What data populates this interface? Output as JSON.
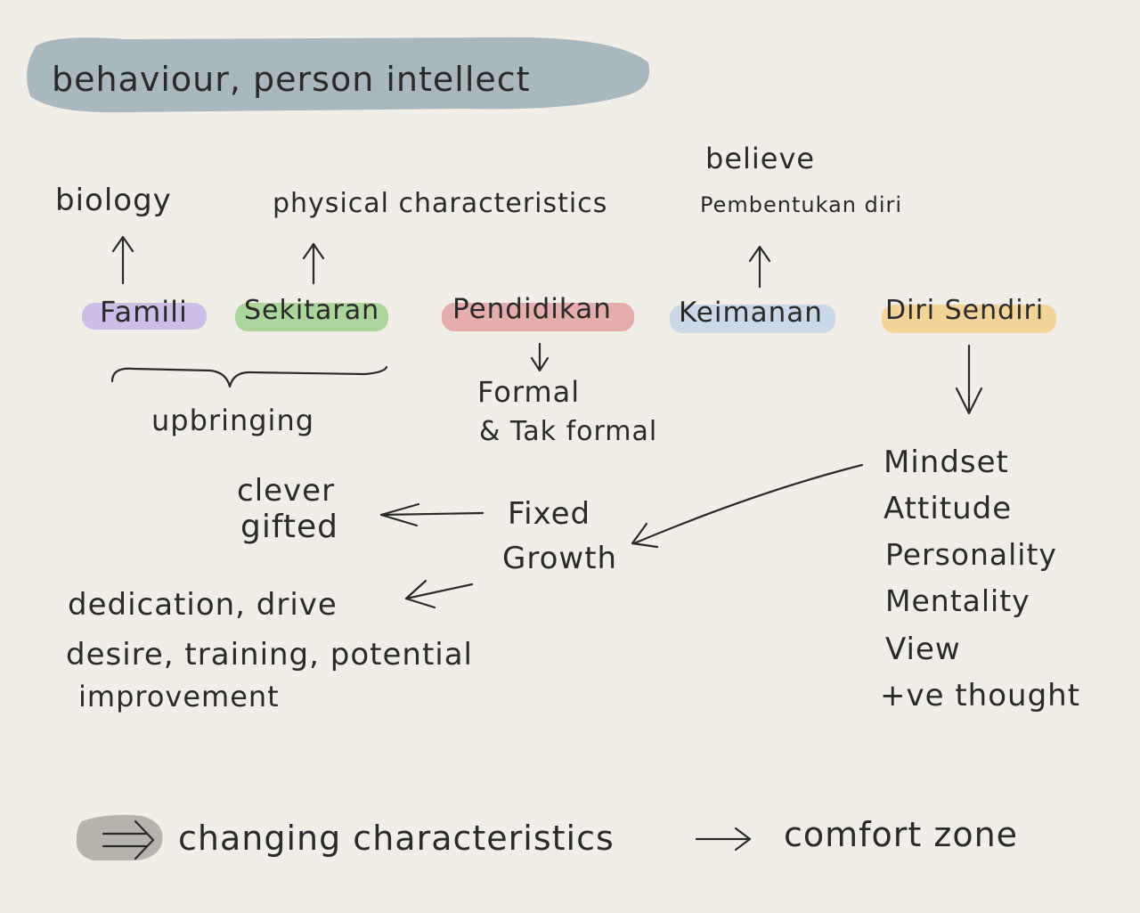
{
  "title": "behaviour, person intellect",
  "influences": {
    "biology": "biology",
    "physical": "physical characteristics",
    "believe": "believe",
    "pembentukan": "Pembentukan diri"
  },
  "factors": [
    {
      "label": "Famili",
      "color": "#c8b4e6"
    },
    {
      "label": "Sekitaran",
      "color": "#9fd08c"
    },
    {
      "label": "Pendidikan",
      "color": "#e3a1a1"
    },
    {
      "label": "Keimanan",
      "color": "#c3d3e6"
    },
    {
      "label": "Diri Sendiri",
      "color": "#f3cf8a"
    }
  ],
  "upbringing": "upbringing",
  "education_types": [
    "Formal",
    "& Tak formal"
  ],
  "mindset_types": [
    "Fixed",
    "Growth"
  ],
  "fixed_traits": [
    "clever",
    "gifted"
  ],
  "growth_traits": [
    "dedication, drive",
    "desire, training, potential",
    "improvement"
  ],
  "self_aspects": [
    "Mindset",
    "Attitude",
    "Personality",
    "Mentality",
    "View",
    "+ve thought"
  ],
  "footer": {
    "changing": "changing characteristics",
    "comfort": "comfort zone"
  },
  "colors": {
    "title_band": "#a9b7be",
    "ink": "#2a2a2a",
    "footer_arrow_band": "#b6b3ad"
  }
}
